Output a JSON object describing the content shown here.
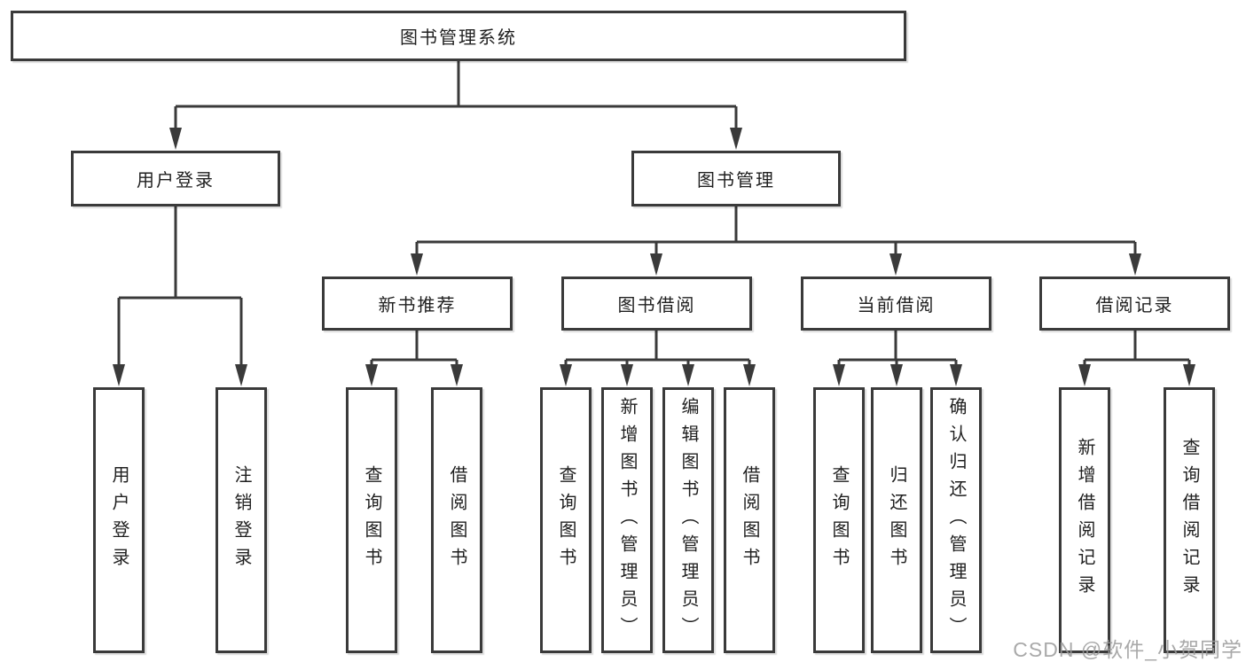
{
  "diagram": {
    "title": "图书管理系统",
    "nodes": {
      "root": {
        "label": "图书管理系统"
      },
      "user_login": {
        "label": "用户登录"
      },
      "book_management": {
        "label": "图书管理"
      },
      "new_book_recommend": {
        "label": "新书推荐"
      },
      "book_borrow": {
        "label": "图书借阅"
      },
      "current_borrow": {
        "label": "当前借阅"
      },
      "borrow_records": {
        "label": "借阅记录"
      },
      "login_children": [
        {
          "label": "用户登录"
        },
        {
          "label": "注销登录"
        }
      ],
      "recommend_children": [
        {
          "label": "查询图书"
        },
        {
          "label": "借阅图书"
        }
      ],
      "borrow_children": [
        {
          "label": "查询图书"
        },
        {
          "label": "新增图书（管理员）"
        },
        {
          "label": "编辑图书（管理员）"
        },
        {
          "label": "借阅图书"
        }
      ],
      "current_children": [
        {
          "label": "查询图书"
        },
        {
          "label": "归还图书"
        },
        {
          "label": "确认归还（管理员）"
        }
      ],
      "records_children": [
        {
          "label": "新增借阅记录"
        },
        {
          "label": "查询借阅记录"
        }
      ]
    },
    "colors": {
      "line": "#3a3a3a",
      "box_border": "#3a3a3a",
      "text": "#1f1f1f",
      "background": "#ffffff",
      "watermark": "#9a9a9a"
    }
  },
  "watermark": {
    "text": "CSDN @软件_小贺同学"
  }
}
